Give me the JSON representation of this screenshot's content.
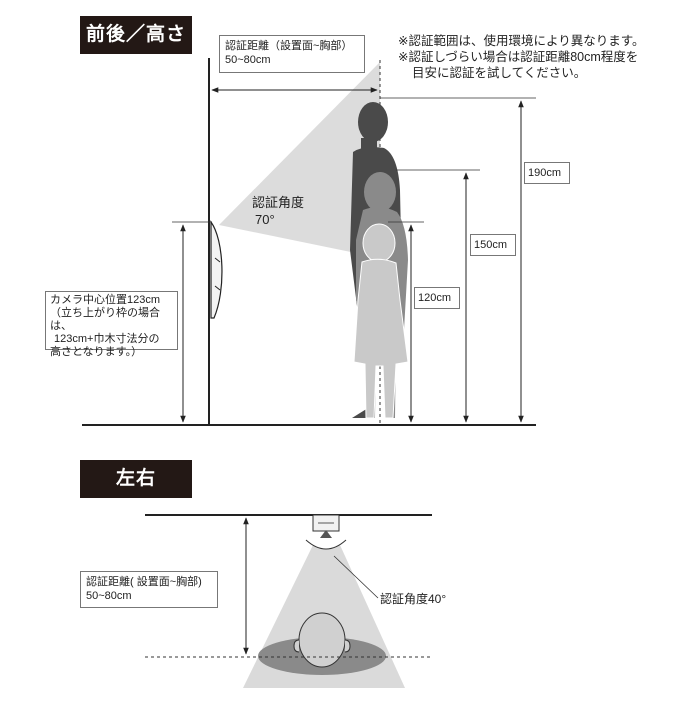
{
  "section_front": {
    "title": "前後／高さ"
  },
  "section_side": {
    "title": "左右"
  },
  "notes": {
    "line1": "※認証範囲は、使用環境により異なります。",
    "line2": "※認証しづらい場合は認証距離80cm程度を",
    "line3": "目安に認証を試してください。"
  },
  "front_view": {
    "distance_label": "認証距離（設置面~胸部）",
    "distance_value": "50~80cm",
    "angle_label": "認証角度",
    "angle_value": "70°",
    "camera_label_line1": "カメラ中心位置123cm",
    "camera_label_line2": "（立ち上がり枠の場合は、",
    "camera_label_line3": "123cm+巾木寸法分の",
    "camera_label_line4": "高さとなります。）",
    "heights": [
      "190cm",
      "150cm",
      "120cm"
    ]
  },
  "side_view": {
    "distance_label": "認証距離( 設置面~胸部)",
    "distance_value": "50~80cm",
    "angle_label": "認証角度40°"
  }
}
